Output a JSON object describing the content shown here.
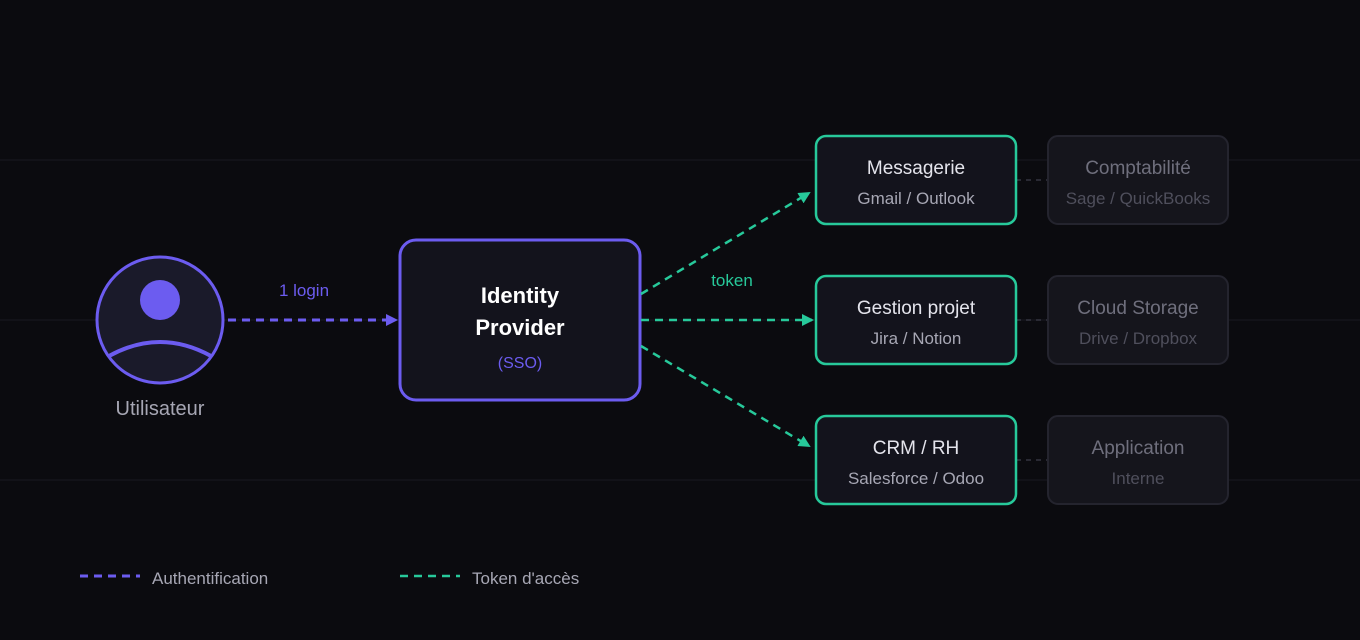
{
  "user": {
    "label": "Utilisateur"
  },
  "edge_login": {
    "label": "1 login"
  },
  "idp": {
    "title_line1": "Identity",
    "title_line2": "Provider",
    "subtitle": "(SSO)"
  },
  "edge_token": {
    "label": "token"
  },
  "apps": [
    {
      "title": "Messagerie",
      "subtitle": "Gmail / Outlook"
    },
    {
      "title": "Gestion projet",
      "subtitle": "Jira / Notion"
    },
    {
      "title": "CRM / RH",
      "subtitle": "Salesforce / Odoo"
    }
  ],
  "apps_secondary": [
    {
      "title": "Comptabilité",
      "subtitle": "Sage / QuickBooks"
    },
    {
      "title": "Cloud Storage",
      "subtitle": "Drive / Dropbox"
    },
    {
      "title": "Application",
      "subtitle": "Interne"
    }
  ],
  "legend": {
    "auth": "Authentification",
    "token": "Token d'accès"
  },
  "colors": {
    "background": "#0b0b0f",
    "auth": "#6c5cf0",
    "token": "#27c99a",
    "node_fill": "#13131c",
    "muted_fill": "#15151c",
    "muted_stroke": "#24242e",
    "text_primary": "#ffffff",
    "text_app": "#e4e4ec",
    "text_sub": "#a7a7b4",
    "text_muted": "#6f6f7d",
    "text_muted_dim": "#4f4f5c"
  }
}
